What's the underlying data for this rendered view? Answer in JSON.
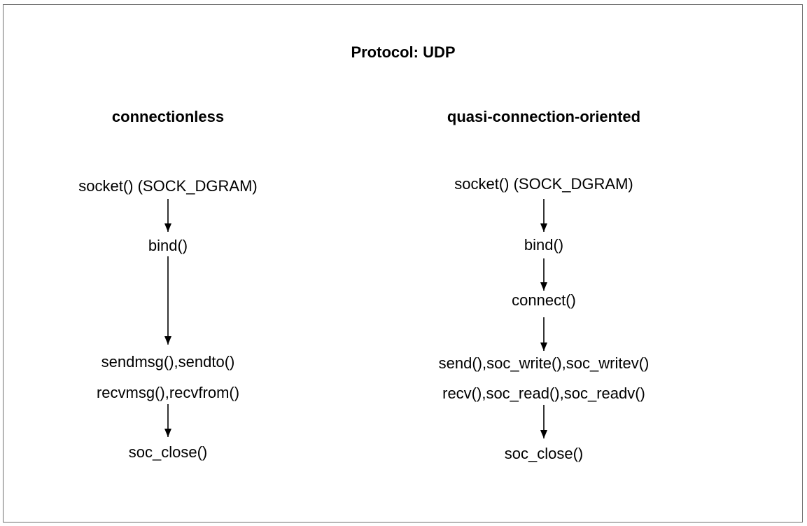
{
  "title": "Protocol: UDP",
  "columns": [
    {
      "heading": "connectionless",
      "nodes": [
        "socket() (SOCK_DGRAM)",
        "bind()",
        "sendmsg(),sendto()",
        "recvmsg(),recvfrom()",
        "soc_close()"
      ]
    },
    {
      "heading": "quasi-connection-oriented",
      "nodes": [
        "socket() (SOCK_DGRAM)",
        "bind()",
        "connect()",
        "send(),soc_write(),soc_writev()",
        "recv(),soc_read(),soc_readv()",
        "soc_close()"
      ]
    }
  ]
}
